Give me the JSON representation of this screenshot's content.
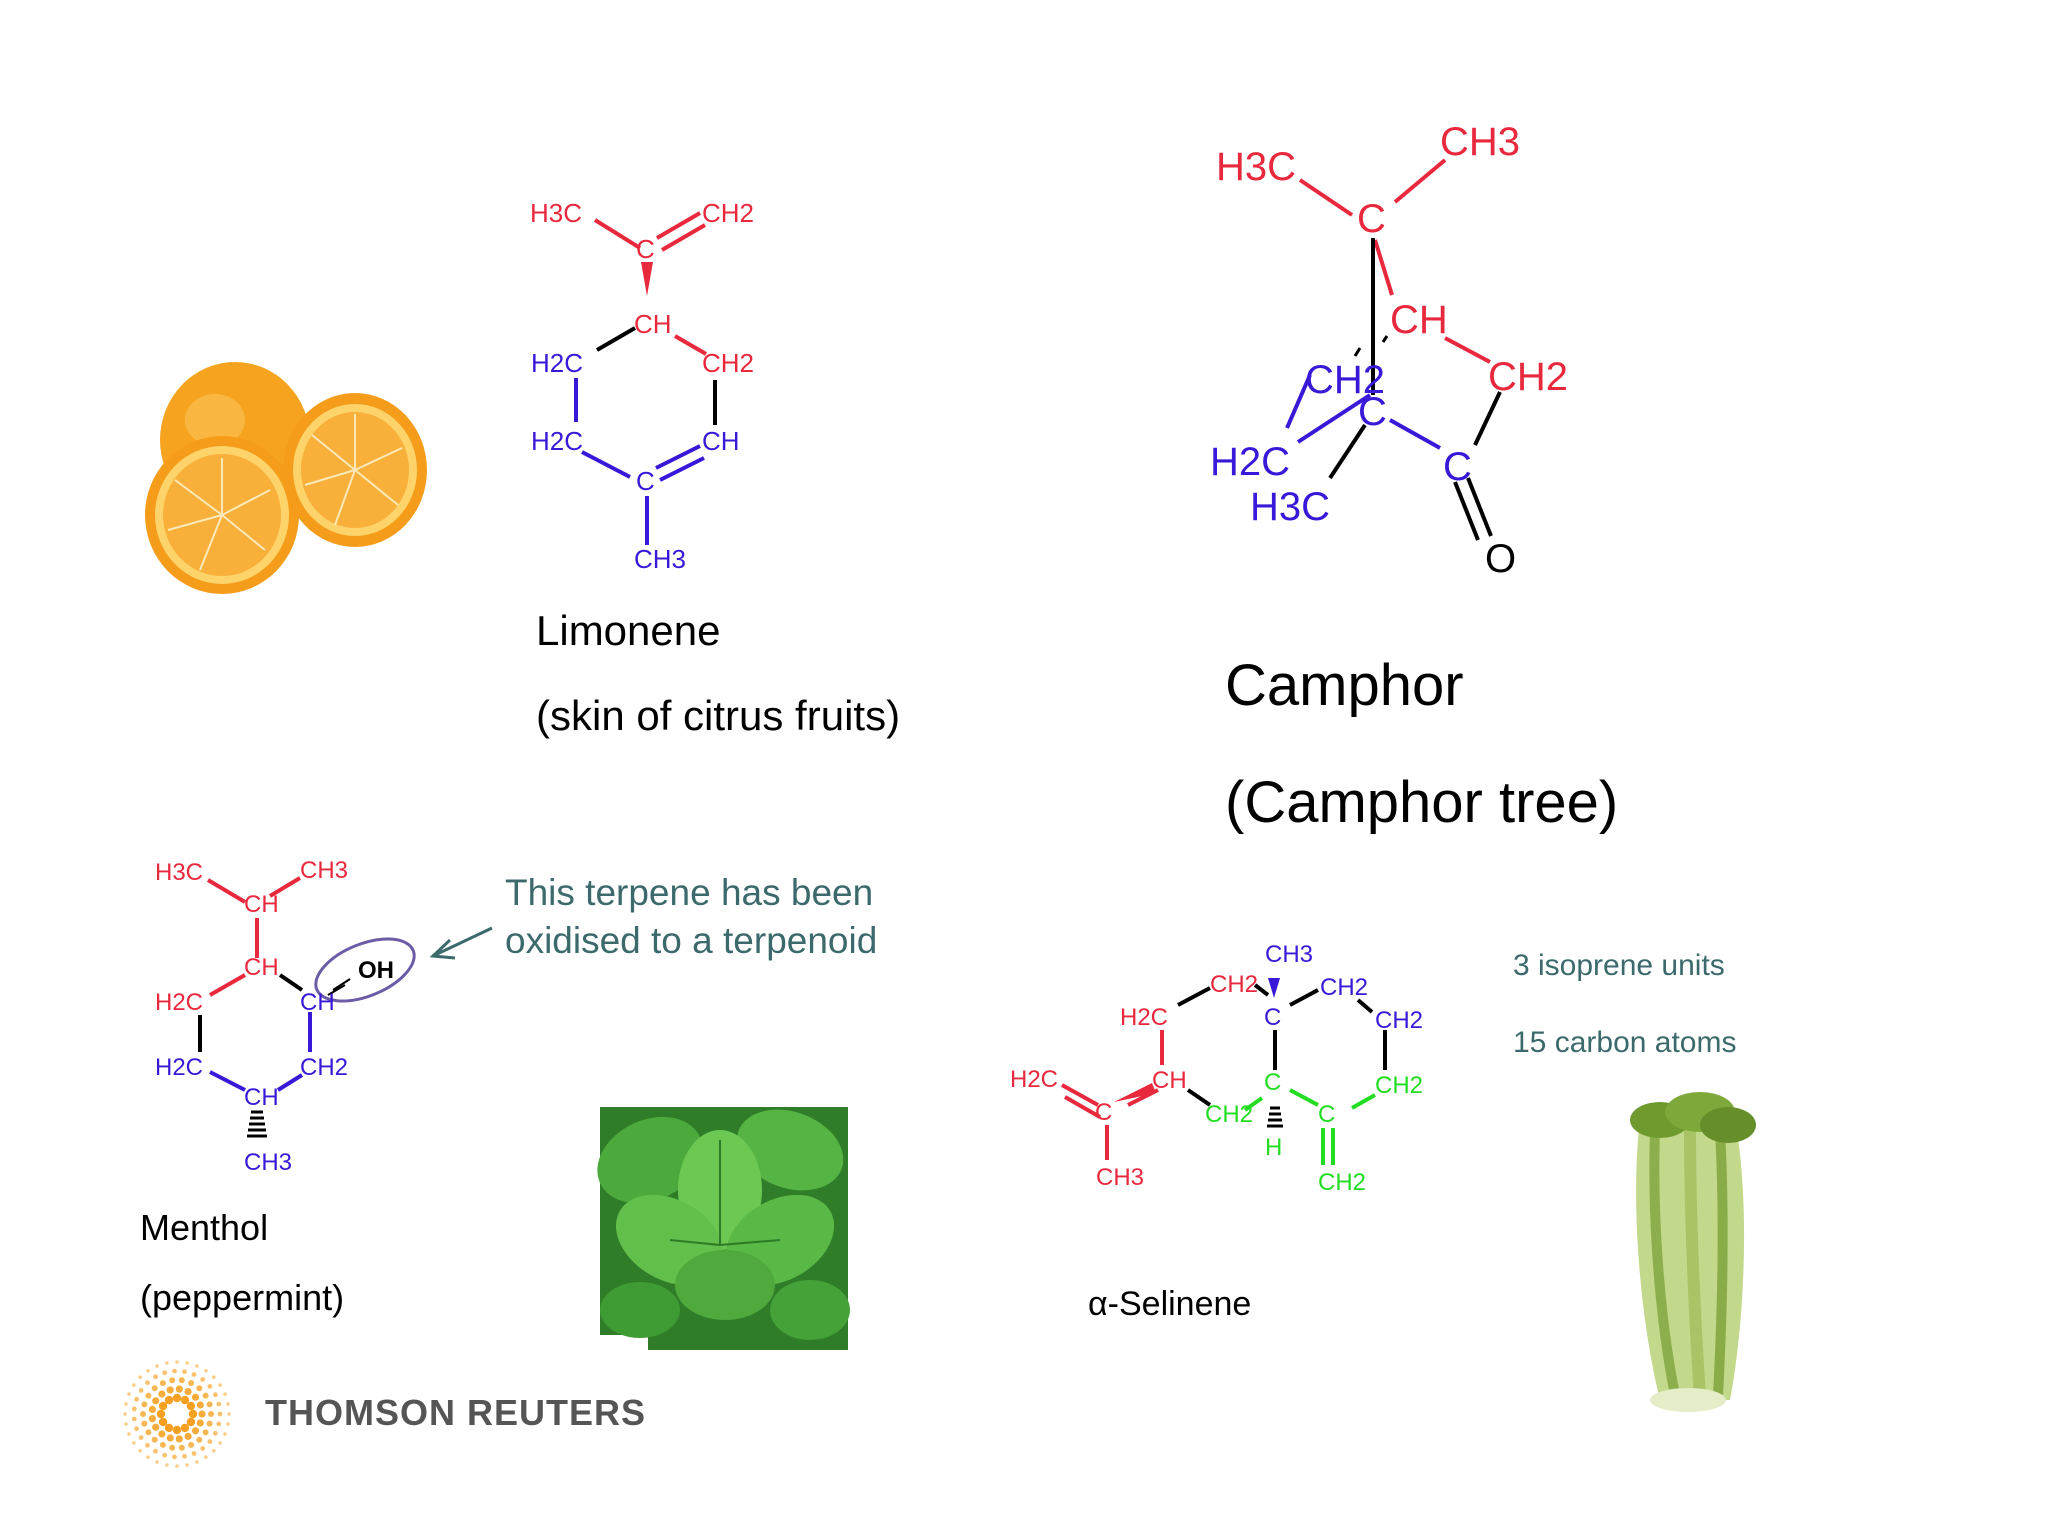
{
  "colors": {
    "red": "#e8283c",
    "blue": "#3a18d8",
    "green": "#22dd22",
    "note_teal": "#3c6a6c",
    "orange": "#f5a020",
    "mint": "#3fa83a",
    "celery": "#9cc060"
  },
  "limonene": {
    "atoms": {
      "h3c": "H3C",
      "ch2_top": "CH2",
      "c_top": "C",
      "ch": "CH",
      "h2c_l1": "H2C",
      "ch2_r": "CH2",
      "h2c_l2": "H2C",
      "ch_r": "CH",
      "c_bot": "C",
      "ch3": "CH3"
    },
    "name": "Limonene",
    "source": "(skin of citrus fruits)"
  },
  "camphor": {
    "atoms": {
      "h3c": "H3C",
      "ch3": "CH3",
      "c_top": "C",
      "ch": "CH",
      "ch2_r": "CH2",
      "ch2_l": "CH2",
      "c_mid": "C",
      "h2c": "H2C",
      "h3c_low": "H3C",
      "c_co": "C",
      "o": "O"
    },
    "name": "Camphor",
    "source": "(Camphor tree)"
  },
  "menthol": {
    "atoms": {
      "h3c": "H3C",
      "ch3_top": "CH3",
      "ch_top": "CH",
      "ch_mid": "CH",
      "oh": "OH",
      "h2c_1": "H2C",
      "ch_oh": "CH",
      "h2c_2": "H2C",
      "ch2": "CH2",
      "ch_bot": "CH",
      "ch3_bot": "CH3"
    },
    "name": "Menthol",
    "source": "(peppermint)",
    "note_line1": "This terpene has been",
    "note_line2": "oxidised to a terpenoid"
  },
  "selinene": {
    "atoms": {
      "ch3_top": "CH3",
      "ch2_a": "CH2",
      "ch2_b": "CH2",
      "h2c": "H2C",
      "c_q": "C",
      "ch2_c": "CH2",
      "h2c_vinyl": "H2C",
      "ch": "CH",
      "c_mid": "C",
      "ch2_d": "CH2",
      "c_alk": "C",
      "ch2_g": "CH2",
      "h": "H",
      "c_exo": "C",
      "ch3_bot": "CH3",
      "ch2_exo": "CH2"
    },
    "name": "α-Selinene",
    "note_line1": "3 isoprene units",
    "note_line2": "15 carbon atoms"
  },
  "logo": {
    "text": "THOMSON REUTERS"
  }
}
